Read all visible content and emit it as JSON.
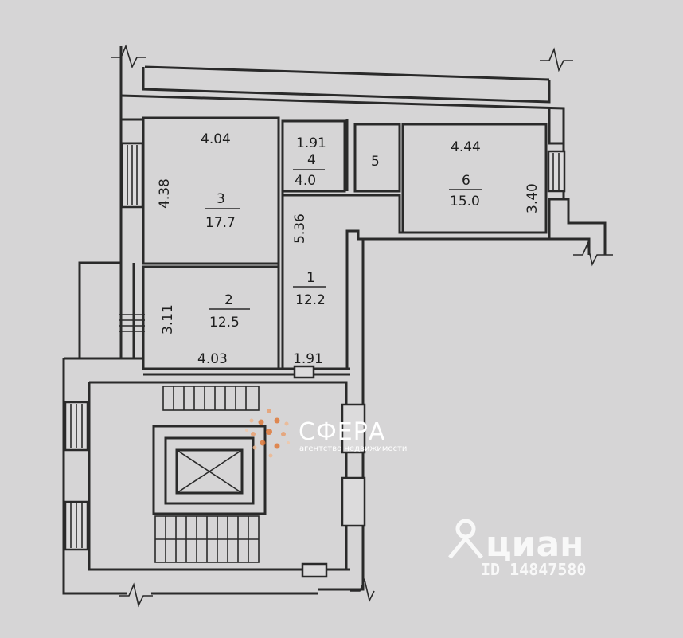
{
  "rooms": [
    {
      "id": "room-3",
      "number": "3",
      "area": "17.7",
      "dims": [
        "4.04",
        "4.38"
      ]
    },
    {
      "id": "room-4",
      "number": "4",
      "area": "4.0",
      "dims": [
        "1.91"
      ]
    },
    {
      "id": "room-5",
      "number": "5"
    },
    {
      "id": "room-6",
      "number": "6",
      "area": "15.0",
      "dims": [
        "4.44",
        "3.40"
      ]
    },
    {
      "id": "room-1",
      "number": "1",
      "area": "12.2",
      "dims": [
        "5.36",
        "1.91"
      ]
    },
    {
      "id": "room-2",
      "number": "2",
      "area": "12.5",
      "dims": [
        "3.11",
        "4.03"
      ]
    }
  ],
  "watermark": {
    "agency_name": "СФЕРА",
    "agency_sub": "агентство недвижимости",
    "site_name": "циан",
    "listing_id": "ID 14847580",
    "brand_color": "#e07a3a"
  }
}
